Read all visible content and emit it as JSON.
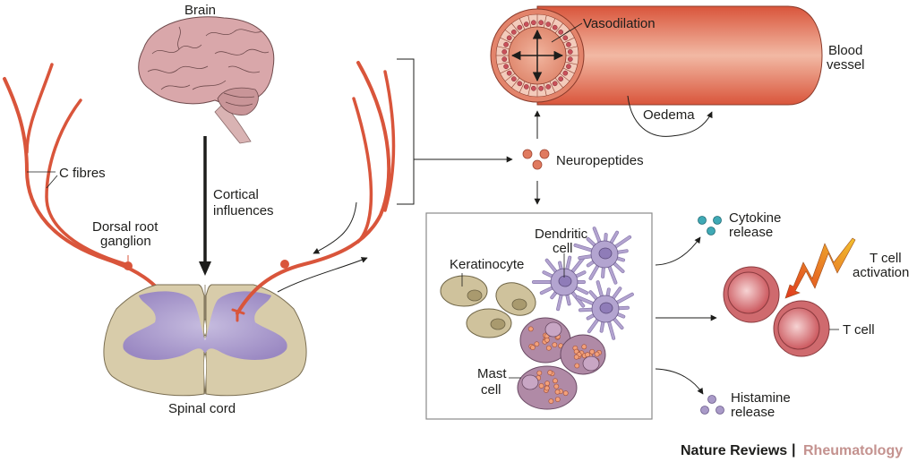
{
  "labels": {
    "brain": "Brain",
    "c_fibres": "C fibres",
    "cortical_line1": "Cortical",
    "cortical_line2": "influences",
    "drg_line1": "Dorsal root",
    "drg_line2": "ganglion",
    "spinal_cord": "Spinal cord",
    "vasodilation": "Vasodilation",
    "blood_line1": "Blood",
    "blood_line2": "vessel",
    "oedema": "Oedema",
    "neuropeptides": "Neuropeptides",
    "dendritic_line1": "Dendritic",
    "dendritic_line2": "cell",
    "keratinocyte": "Keratinocyte",
    "mast_line1": "Mast",
    "mast_line2": "cell",
    "cytokine_line1": "Cytokine",
    "cytokine_line2": "release",
    "tcell_act_line1": "T cell",
    "tcell_act_line2": "activation",
    "tcell": "T cell",
    "histamine_line1": "Histamine",
    "histamine_line2": "release"
  },
  "footer": {
    "journal": "Nature Reviews",
    "separator": "|",
    "subject": "Rheumatology"
  },
  "colors": {
    "nerve": "#d9553b",
    "brain": "#d9a7aa",
    "spinal_white": "#d8ccaa",
    "spinal_grey": "#a898cc",
    "vessel": "#e0735a",
    "neuropeptide": "#e07a5f",
    "cytokine": "#3fa9b5",
    "histamine": "#a99ac8",
    "tcell": "#cf6a6e",
    "keratinocyte": "#cfc29c",
    "dendritic": "#b3a4d0",
    "mast": "#b08aa6",
    "footer_subject": "#c4928f"
  }
}
